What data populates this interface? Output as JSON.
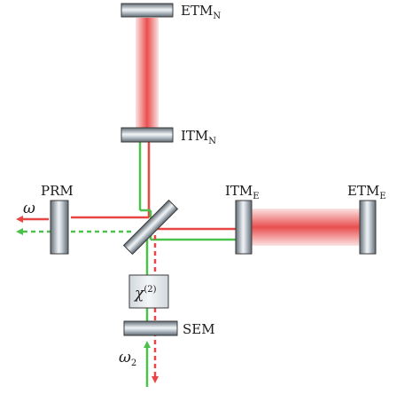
{
  "labels": {
    "etm_n": {
      "main": "ETM",
      "sub": "N"
    },
    "itm_n": {
      "main": "ITM",
      "sub": "N"
    },
    "prm": "PRM",
    "itm_e": {
      "main": "ITM",
      "sub": "E"
    },
    "etm_e": {
      "main": "ETM",
      "sub": "E"
    },
    "sem": "SEM",
    "omega": "ω",
    "omega2": {
      "main": "ω",
      "sub": "2"
    },
    "chi": {
      "main": "χ",
      "sup": "(2)"
    }
  },
  "colors": {
    "red_beam": "#e84545",
    "green_beam": "#4cc24c",
    "mirror_dark": "#5f6a74",
    "mirror_light": "#eef2f5",
    "outline": "#3a3a3a"
  }
}
